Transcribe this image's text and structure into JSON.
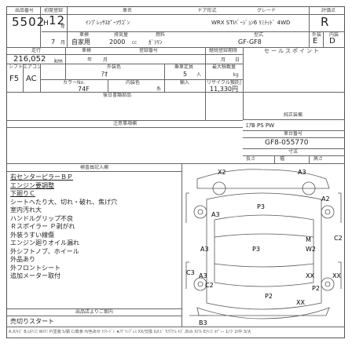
{
  "header": {
    "labels": {
      "lot_no": "出品番号",
      "first_reg": "初度登録",
      "car_name": "車名",
      "door": "ドア形式",
      "grade": "グレード",
      "score": "評価点",
      "year": "年",
      "month": "月",
      "shaken": "車検",
      "displacement": "排気量",
      "fuel": "燃料",
      "model": "型式",
      "ext_int": "外装",
      "int_label": "内装"
    },
    "lot_no": "5502",
    "era": "H",
    "year": "12",
    "month": "7",
    "car_name": "ｲﾝﾌﾟﾚｯｻｽﾎﾟｰﾂﾜｺﾞﾝ",
    "grade": "WRX STiﾊﾞｰｼﾞｮﾝ6 ﾘﾐﾃｯﾄﾞ 4WD",
    "score": "R",
    "shaken": "自家用",
    "displacement": "2000",
    "cc": "cc",
    "fuel": "ｶﾞｿﾘﾝ",
    "model": "GF-GF8",
    "exterior_grade": "E",
    "interior_grade": "D"
  },
  "row2": {
    "labels": {
      "mileage": "走行",
      "shaken": "車検",
      "regno": "登録番号",
      "expiry": "継続登録期限",
      "sales_point": "セールスポイント",
      "shift": "シフト",
      "ac": "エアコン",
      "ext_color": "外装色",
      "capacity": "乗車定員",
      "max_load": "最大積載量",
      "color_no": "カラーNo.",
      "int_color": "内装色",
      "entry": "輸入",
      "recycle": "リサイクル預託金",
      "rear": "後日書類部品",
      "year": "年",
      "month": "月",
      "day": "日",
      "kg": "kg"
    },
    "mileage": "216,052",
    "km": "km",
    "shift": "F5",
    "ac": "AC",
    "ext_color": "ｱｵ",
    "capacity": "5",
    "capacity_unit": "人",
    "color_no": "74F",
    "int_color_unit": "系",
    "recycle": "11,330円"
  },
  "equipment": {
    "label": "純正装備",
    "value": "ｴｱB PS PW"
  },
  "notes_label": "注意事項欄",
  "chassis": {
    "label": "車台番号",
    "value": "GF8-055770",
    "size_label": "寸法",
    "length": "長さ",
    "width": "幅",
    "height": "高さ"
  },
  "inspection": {
    "label": "検査員記入欄",
    "lines": [
      "右センターピラーＢＰ",
      "エンジン要調整",
      "下廻りＣ",
      "シートへたり大、切れ・破れ、焦げ穴",
      "室内汚れ大",
      "ハンドルグリップ不良",
      "Ｒスポイラー Ｐ剥がれ",
      "外装うすい線傷",
      "エンジン廻りオイル漏れ",
      "外シフトノブ、ホイール",
      "外品あり",
      "外フロントシート",
      "追加メーター取付"
    ],
    "underline": [
      0,
      1,
      2
    ]
  },
  "exhibitor": {
    "label": "出品店よりご案内",
    "text": "売切りスタート"
  },
  "diagram_labels": {
    "X2": "X2",
    "A3_top": "A3",
    "P3_roof": "P3",
    "A2": "A2",
    "A3_left": "A3",
    "A3_door": "A3",
    "P3_mid": "P3",
    "M": "M",
    "W2": "W2",
    "C2_right": "C2",
    "C3": "C3",
    "A3_lower": "A3",
    "C2_lower": "C2",
    "XX_a": "XX",
    "XX_b": "XX",
    "P2_a": "P2",
    "P2_b": "P2",
    "XX_c": "XX",
    "B3": "B3"
  },
  "footer": "A,X/ｷｽﾞ B,U/ﾍｺﾐ W/ﾅﾐ P/塗装 S/錆 C/腐食 H/色あせ ﾃ/ﾏｰｼﾞﾝ ★/ｸﾞﾘｯﾌﾟﾚｽ XX/交換 G/ﾋﾋﾞ Y/穴ﾜﾚ ｷｽﾞ,凹み X/ﾜﾚ E/ﾍｺﾐ ﾎﾃﾞｨｰ 1/少 2/中 3/大"
}
